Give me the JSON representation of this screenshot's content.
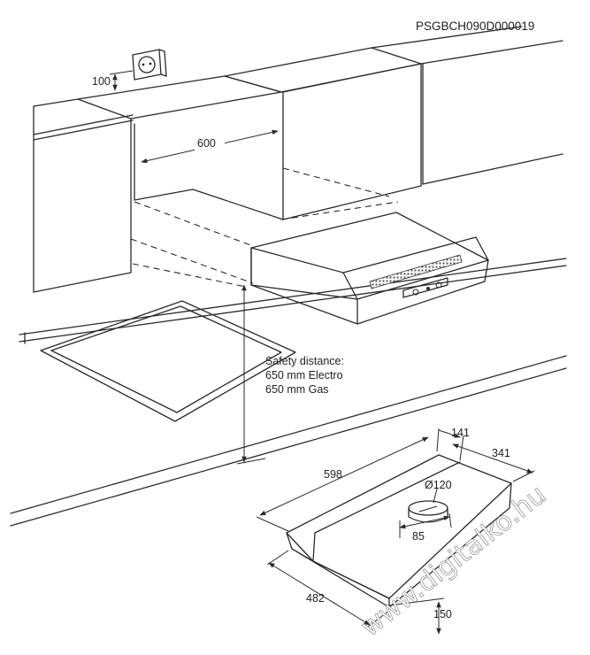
{
  "product_code": "PSGBCH090D000019",
  "installation": {
    "socket_height": "100",
    "cabinet_width": "600",
    "safety_distance_title": "Safety distance:",
    "safety_distance_electro": "650 mm Electro",
    "safety_distance_gas": "650 mm Gas"
  },
  "dimensions": {
    "depth_top": "141",
    "depth_total": "341",
    "width": "598",
    "duct_diameter": "Ø120",
    "duct_offset": "85",
    "front_width": "482",
    "height": "150"
  },
  "watermark": "www.digitalko.hu"
}
